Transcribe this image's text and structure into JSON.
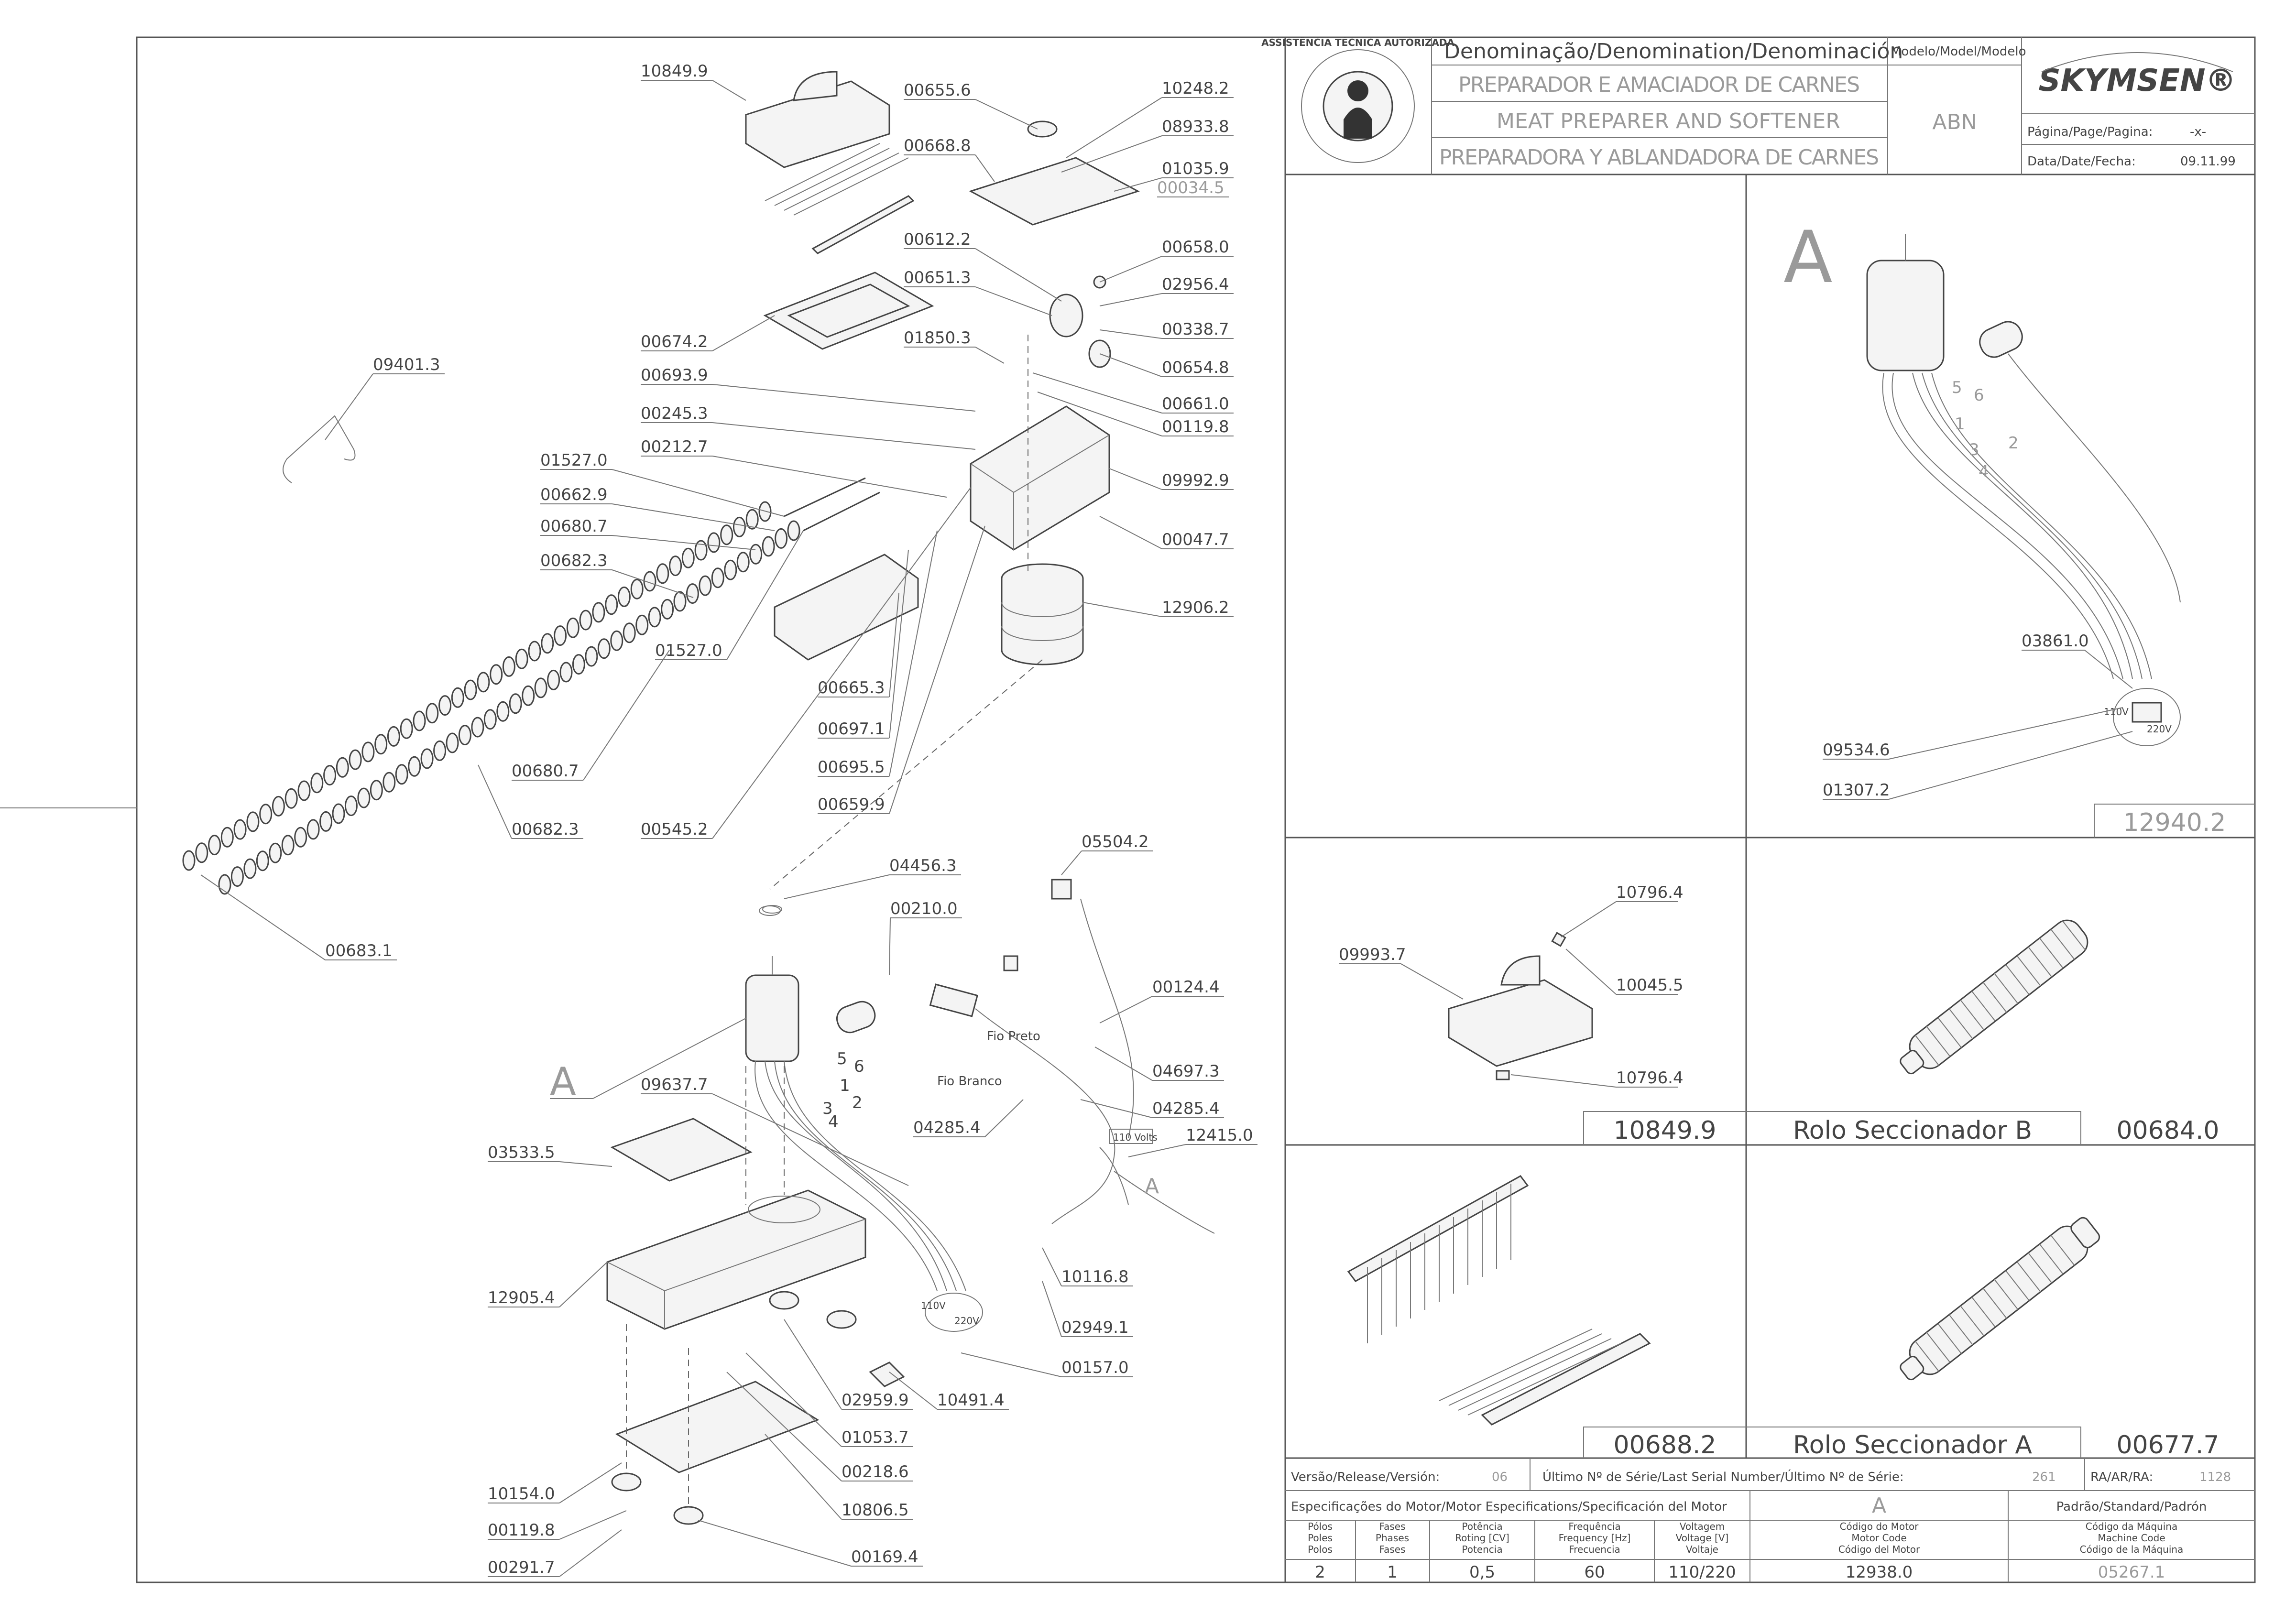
{
  "title_block": {
    "denomination_header": "Denominação/Denomination/Denominación",
    "name_pt": "PREPARADOR E AMACIADOR DE CARNES",
    "name_en": "MEAT PREPARER AND SOFTENER",
    "name_es": "PREPARADORA Y ABLANDADORA DE CARNES",
    "model_header": "Modelo/Model/Modelo",
    "model": "ABN",
    "brand": "SKYMSEN®",
    "page_label": "Página/Page/Pagina:",
    "page_value": "-x-",
    "date_label": "Data/Date/Fecha:",
    "date_value": "09.11.99",
    "seal_text": "ASSISTÊNCIA TÉCNICA AUTORIZADA"
  },
  "main_parts": [
    "10849.9",
    "00655.6",
    "10248.2",
    "08933.8",
    "00668.8",
    "01035.9",
    "00034.5",
    "00612.2",
    "00658.0",
    "00651.3",
    "02956.4",
    "00338.7",
    "01850.3",
    "00674.2",
    "00654.8",
    "00693.9",
    "00661.0",
    "00245.3",
    "00119.8",
    "00212.7",
    "09992.9",
    "01527.0",
    "00662.9",
    "00047.7",
    "00680.7",
    "00682.3",
    "12906.2",
    "01527.0",
    "00665.3",
    "00697.1",
    "00680.7",
    "00695.5",
    "00682.3",
    "00659.9",
    "00545.2",
    "00683.1",
    "09401.3"
  ],
  "lower_parts": [
    "04456.3",
    "05504.2",
    "00210.0",
    "00124.4",
    "04697.3",
    "09637.7",
    "04285.4",
    "04285.4",
    "12415.0",
    "03533.5",
    "12905.4",
    "10116.8",
    "02949.1",
    "00157.0",
    "10491.4",
    "02959.9",
    "01053.7",
    "00218.6",
    "10154.0",
    "10806.5",
    "00119.8",
    "00169.4",
    "00291.7"
  ],
  "lower_annotations": {
    "view_a": "A",
    "wire_black": "Fio Preto",
    "wire_white": "Fio Branco",
    "volts_box": "110 Volts",
    "v110": "110V",
    "v220": "220V",
    "wire_numbers": [
      "5",
      "6",
      "1",
      "2",
      "3",
      "4"
    ]
  },
  "detail_a": {
    "letter": "A",
    "parts": [
      "03861.0",
      "09534.6",
      "01307.2"
    ],
    "code": "12940.2",
    "wire_numbers": [
      "5",
      "6",
      "1",
      "2",
      "3",
      "4"
    ],
    "v110": "110V",
    "v220": "220V"
  },
  "detail_10849": {
    "parts": [
      "10796.4",
      "09993.7",
      "10045.5",
      "10796.4"
    ],
    "code": "10849.9"
  },
  "roller_b": {
    "name": "Rolo Seccionador B",
    "code": "00684.0"
  },
  "comb": {
    "code": "00688.2"
  },
  "roller_a": {
    "name": "Rolo Seccionador A",
    "code": "00677.7"
  },
  "release_row": {
    "version_label": "Versão/Release/Versión:",
    "version_value": "06",
    "serial_label": "Último Nº de Série/Last Serial Number/Último Nº de Série:",
    "serial_value": "261",
    "ra_label": "RA/AR/RA:",
    "ra_value": "1128"
  },
  "motor_spec": {
    "header": "Especificações do Motor/Motor Especifications/Specificación del Motor",
    "variant": "A",
    "standard_header": "Padrão/Standard/Padrón",
    "columns": [
      [
        "Pólos",
        "Poles",
        "Polos"
      ],
      [
        "Fases",
        "Phases",
        "Fases"
      ],
      [
        "Potência",
        "Roting [CV]",
        "Potencia"
      ],
      [
        "Frequência",
        "Frequency [Hz]",
        "Frecuencia"
      ],
      [
        "Voltagem",
        "Voltage [V]",
        "Voltaje"
      ],
      [
        "Código do Motor",
        "Motor Code",
        "Código del Motor"
      ],
      [
        "Código da Máquina",
        "Machine Code",
        "Código de la Máquina"
      ]
    ],
    "values": [
      "2",
      "1",
      "0,5",
      "60",
      "110/220",
      "12938.0",
      "05267.1"
    ]
  }
}
